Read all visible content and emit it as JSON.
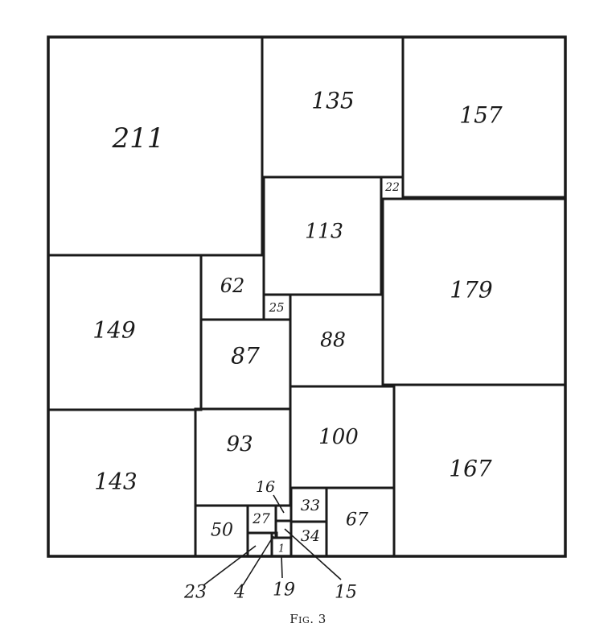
{
  "squares": [
    {
      "id": "sq-211",
      "label": "211"
    },
    {
      "id": "sq-135",
      "label": "135"
    },
    {
      "id": "sq-157",
      "label": "157"
    },
    {
      "id": "sq-22",
      "label": "22"
    },
    {
      "id": "sq-113",
      "label": "113"
    },
    {
      "id": "sq-179",
      "label": "179"
    },
    {
      "id": "sq-149",
      "label": "149"
    },
    {
      "id": "sq-62",
      "label": "62"
    },
    {
      "id": "sq-25",
      "label": "25"
    },
    {
      "id": "sq-87",
      "label": "87"
    },
    {
      "id": "sq-88",
      "label": "88"
    },
    {
      "id": "sq-143",
      "label": "143"
    },
    {
      "id": "sq-93",
      "label": "93"
    },
    {
      "id": "sq-100",
      "label": "100"
    },
    {
      "id": "sq-167",
      "label": "167"
    },
    {
      "id": "sq-50",
      "label": "50"
    },
    {
      "id": "sq-27",
      "label": "27"
    },
    {
      "id": "sq-33",
      "label": "33"
    },
    {
      "id": "sq-67",
      "label": "67"
    },
    {
      "id": "sq-34",
      "label": "34"
    },
    {
      "id": "sq-1",
      "label": "1"
    }
  ],
  "callouts": [
    {
      "id": "co-16",
      "label": "16"
    },
    {
      "id": "co-23",
      "label": "23"
    },
    {
      "id": "co-4",
      "label": "4"
    },
    {
      "id": "co-19",
      "label": "19"
    },
    {
      "id": "co-15",
      "label": "15"
    }
  ],
  "caption": "Fig. 3"
}
